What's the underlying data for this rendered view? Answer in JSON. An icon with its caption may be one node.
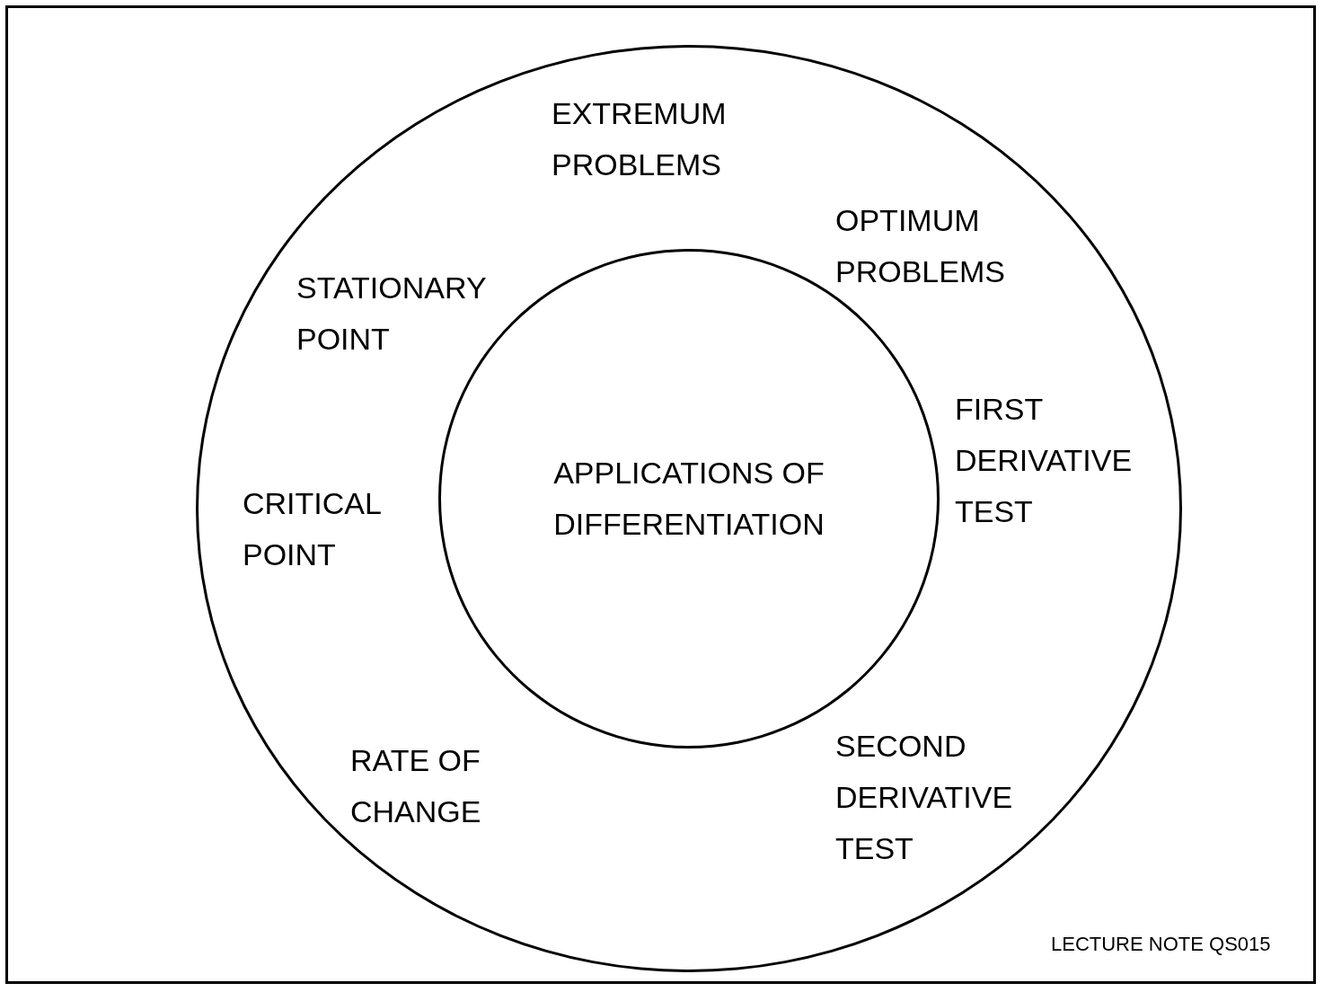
{
  "diagram": {
    "nodes": [
      {
        "text": [],
        "shape": "circle"
      },
      {
        "text": [
          "APPLICATIONS OF DIFFERENTIATION"
        ],
        "in": 0
      }
    ],
    "labels": [
      "EXTREMUM PROBLEMS",
      "OPTIMUM PROBLEMS",
      "STATIONARY POINT",
      "FIRST DERIVATIVE TEST",
      "CRITICAL POINT",
      "RATE OF CHANGE",
      "SECOND DERIVATIVE TEST",
      "LECTURE NOTE QS015"
    ]
  }
}
